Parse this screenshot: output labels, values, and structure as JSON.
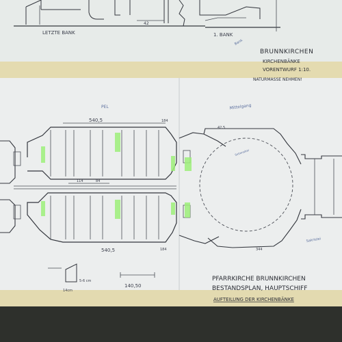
{
  "upper_sheet": {
    "label_last_bench": "LETZTE BANK",
    "label_first_bench": "1. BANK",
    "dim_42": "42",
    "small_note": "Bank",
    "title_line1": "BRUNNKIRCHEN",
    "title_line2": "KIRCHENBÄNKE",
    "title_line3": "VORENTWURF 1:10.",
    "title_line4": "NATURMASSE NEHMEN!"
  },
  "plan": {
    "dim_top": "540,5",
    "dim_bottom": "540,5",
    "dim_right_top": "184",
    "dim_right_bottom": "184",
    "dim_small_1": "114",
    "dim_small_2": "84",
    "dim_lower": "140,50",
    "dim_nave_right": "42,5",
    "dim_nave_bottom": "344",
    "dim_low_left": "5-6 cm",
    "dim_low_left2": "14cm",
    "note_top_left": "PEL",
    "note_altar": "Mittelgang",
    "note_side": "Seitenaltar",
    "note_right": "Sakristei"
  },
  "title_block": {
    "line1": "PFARRKIRCHE BRUNNKIRCHEN",
    "line2": "BESTANDSPLAN, HAUPTSCHIFF",
    "line3": "AUFTEILUNG DER KIRCHENBÄNKE"
  },
  "colors": {
    "paper": "#e9ecea",
    "tape": "#e4dbb0",
    "highlight": "#9ef07a",
    "ink": "#33363d",
    "pencil": "#5b6f9e",
    "table": "#2c2e2a"
  }
}
